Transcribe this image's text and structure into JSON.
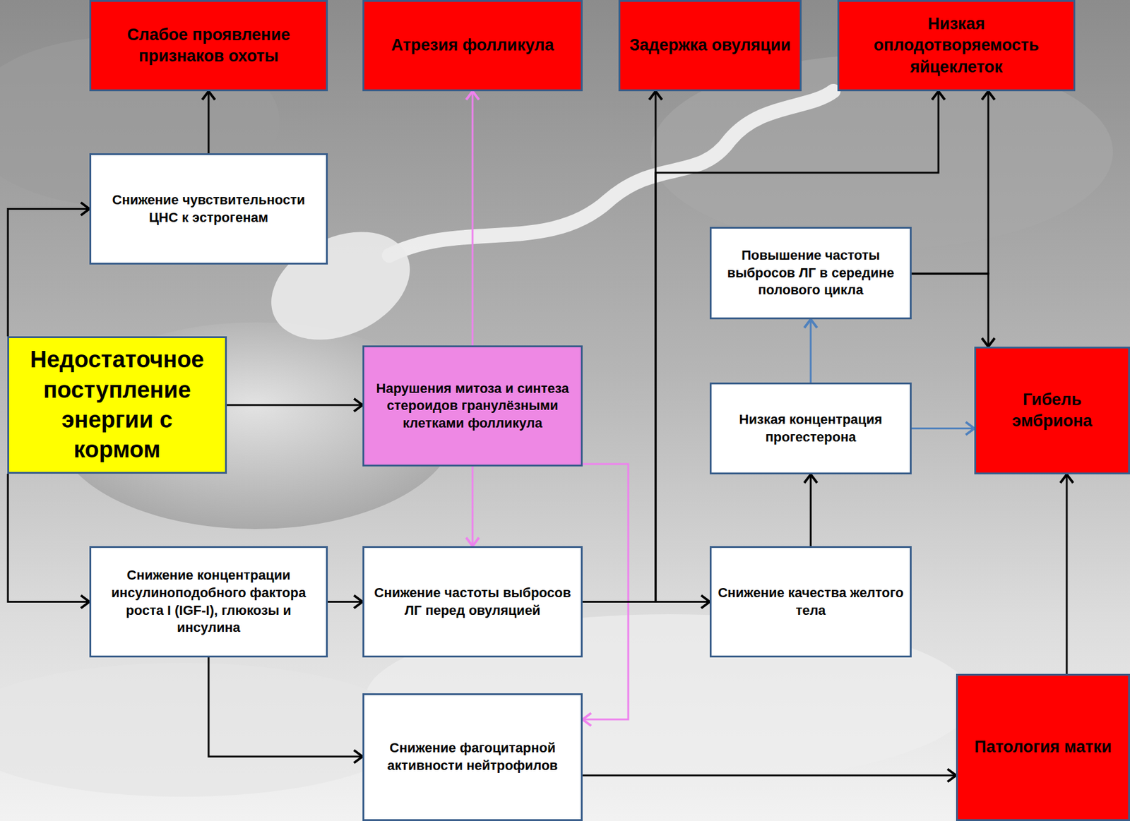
{
  "diagram": {
    "nodes": [
      {
        "text": [
          "Слабое проявление признаков охоты"
        ]
      },
      {
        "text": [
          "Атрезия фолликула"
        ]
      },
      {
        "text": [
          "Задержка овуляции"
        ]
      },
      {
        "text": [
          "Низкая оплодотворяемость яйцеклеток"
        ]
      },
      {
        "text": [
          "Снижение чувствительности ЦНС к эстрогенам"
        ]
      },
      {
        "text": [
          "Повышение частоты выбросов ЛГ в середине полового цикла"
        ]
      },
      {
        "text": [
          "Недостаточное поступление энергии с кормом"
        ]
      },
      {
        "text": [
          "Нарушения митоза и синтеза стероидов гранулёзными клетками фолликула"
        ]
      },
      {
        "text": [
          "Низкая концентрация прогестерона"
        ]
      },
      {
        "text": [
          "Гибель эмбриона"
        ]
      },
      {
        "text": [
          "Снижение концентрации инсулиноподобного фактора роста I (IGF-I), глюкозы и инсулина"
        ]
      },
      {
        "text": [
          "Снижение частоты выбросов ЛГ перед овуляцией"
        ]
      },
      {
        "text": [
          "Снижение качества желтого тела"
        ]
      },
      {
        "text": [
          "Снижение фагоцитарной активности нейтрофилов"
        ]
      },
      {
        "text": [
          "Патология матки"
        ]
      }
    ],
    "edges": [
      {
        "from": 6,
        "to": 4,
        "arrow": "to"
      },
      {
        "from": 6,
        "to": 10,
        "arrow": "to"
      },
      {
        "from": 4,
        "to": 0,
        "arrow": "to"
      },
      {
        "from": 6,
        "to": 7,
        "arrow": "to"
      },
      {
        "from": 7,
        "to": 1,
        "arrow": "to"
      },
      {
        "from": 7,
        "to": 11,
        "arrow": "to"
      },
      {
        "from": 7,
        "to": 13,
        "arrow": "to"
      },
      {
        "from": 10,
        "to": 11,
        "arrow": "to"
      },
      {
        "from": 10,
        "to": 13,
        "arrow": "to"
      },
      {
        "from": 11,
        "to": 12,
        "arrow": "to"
      },
      {
        "from": 11,
        "to": 2,
        "arrow": "to"
      },
      {
        "from": 11,
        "to": 3,
        "arrow": "to"
      },
      {
        "from": 12,
        "to": 8,
        "arrow": "to"
      },
      {
        "from": 8,
        "to": 5,
        "arrow": "to"
      },
      {
        "from": 8,
        "to": 9,
        "arrow": "to"
      },
      {
        "from": 5,
        "to": 3,
        "arrow": "to"
      },
      {
        "from": 5,
        "to": 9,
        "arrow": "to"
      },
      {
        "from": 13,
        "to": 14,
        "arrow": "to"
      },
      {
        "from": 14,
        "to": 9,
        "arrow": "to"
      }
    ]
  }
}
